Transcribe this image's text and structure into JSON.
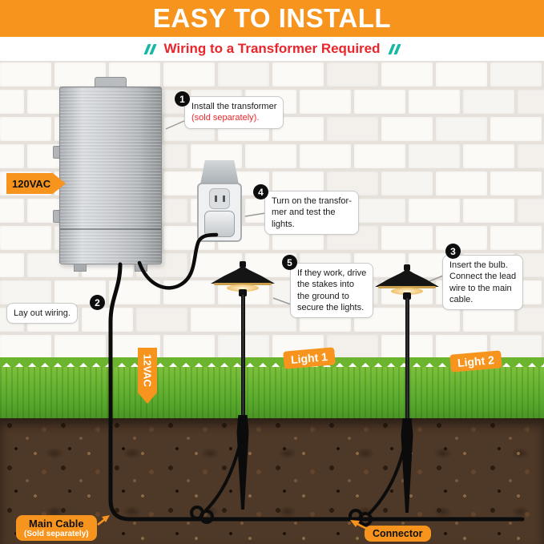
{
  "header": {
    "title": "EASY TO INSTALL",
    "subtitle": "Wiring to a Transformer Required",
    "banner_color": "#F7941D",
    "subtitle_color": "#E8262B",
    "accent_teal": "#18B8A6"
  },
  "steps": {
    "s1": {
      "num": "1",
      "text": "Install the transformer",
      "note": "(sold separately)."
    },
    "s2": {
      "num": "2",
      "text": "Lay out wiring."
    },
    "s3": {
      "num": "3",
      "text": "Insert the bulb.\nConnect the lead\nwire to the main\ncable."
    },
    "s4": {
      "num": "4",
      "text": "Turn on the transfor-\nmer and test the\nlights."
    },
    "s5": {
      "num": "5",
      "text": "If they work, drive\nthe stakes into\nthe ground to\nsecure the lights."
    }
  },
  "labels": {
    "input_voltage": "120VAC",
    "output_voltage": "12VAC",
    "light1": "Light 1",
    "light2": "Light 2",
    "main_cable": "Main Cable",
    "main_cable_note": "(Sold separately)",
    "connector": "Connector"
  },
  "colors": {
    "label_orange": "#F7941D",
    "cable_black": "#0c0c0c"
  }
}
